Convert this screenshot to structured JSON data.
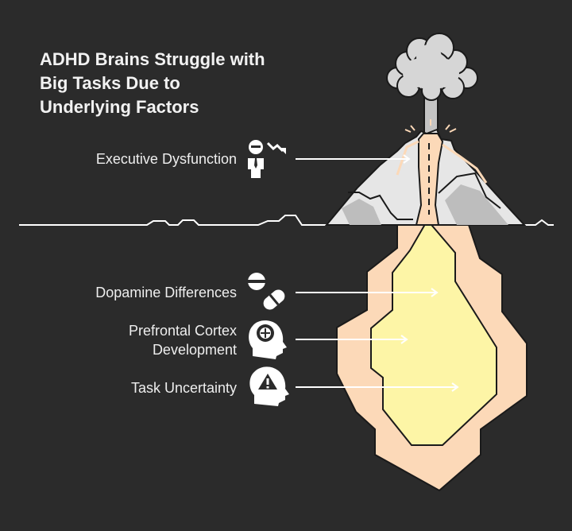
{
  "title": {
    "line1": "ADHD Brains Struggle with",
    "line2": "Big Tasks Due to",
    "line3": "Underlying Factors"
  },
  "factors": [
    {
      "label": "Executive Dysfunction",
      "icon": "executive-dysfunction-icon"
    },
    {
      "label": "Dopamine Differences",
      "icon": "pills-icon"
    },
    {
      "label_line1": "Prefrontal Cortex",
      "label_line2": "Development",
      "icon": "brain-head-icon"
    },
    {
      "label": "Task Uncertainty",
      "icon": "warning-head-icon"
    }
  ],
  "colors": {
    "background": "#2b2b2b",
    "mountain": "#e6e6e6",
    "smoke": "#d6d6d6",
    "magma_outer": "#fcd9b8",
    "magma_inner": "#fdf5a6",
    "line": "#ffffff"
  }
}
